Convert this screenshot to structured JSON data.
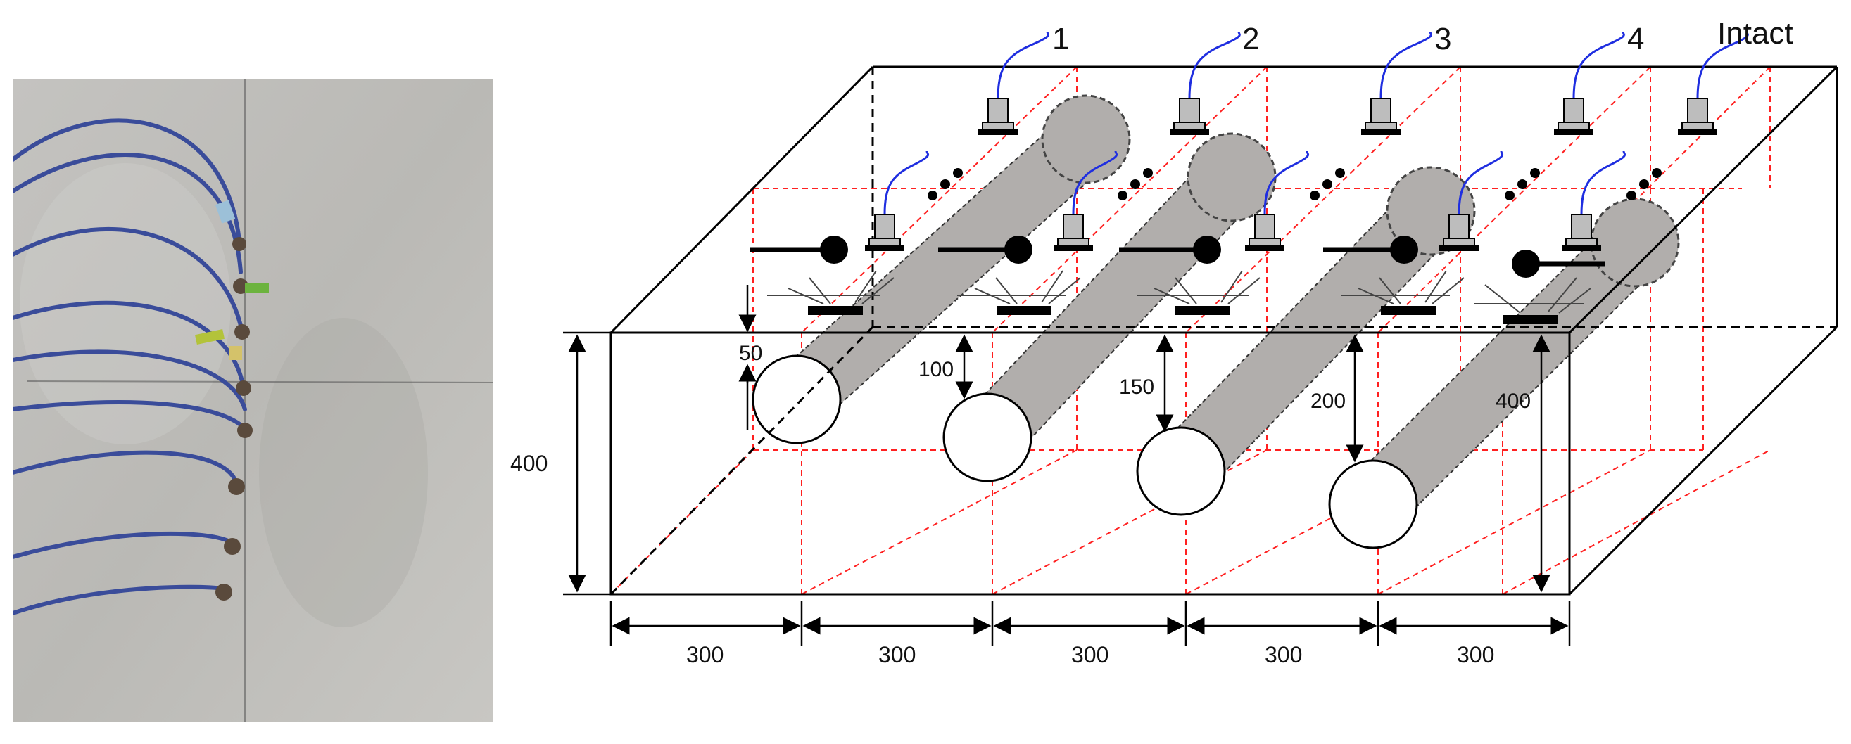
{
  "labels": {
    "sensors": [
      "1",
      "2",
      "3",
      "4",
      "Intact"
    ],
    "depths": [
      "50",
      "100",
      "150",
      "200",
      "400"
    ],
    "height": "400",
    "widths": [
      "300",
      "300",
      "300",
      "300",
      "300"
    ]
  },
  "colors": {
    "pipe_fill": "#b1aeac",
    "grid_line": "#ff2020",
    "cable": "#1f2ee0",
    "sensor_body": "#bdbdbd",
    "outline": "#000000",
    "concrete": "#bfbebb"
  },
  "icons": {
    "photo": "concrete-specimen-photo",
    "sensor": "ae-sensor-icon",
    "impact": "impact-hammer-icon"
  }
}
